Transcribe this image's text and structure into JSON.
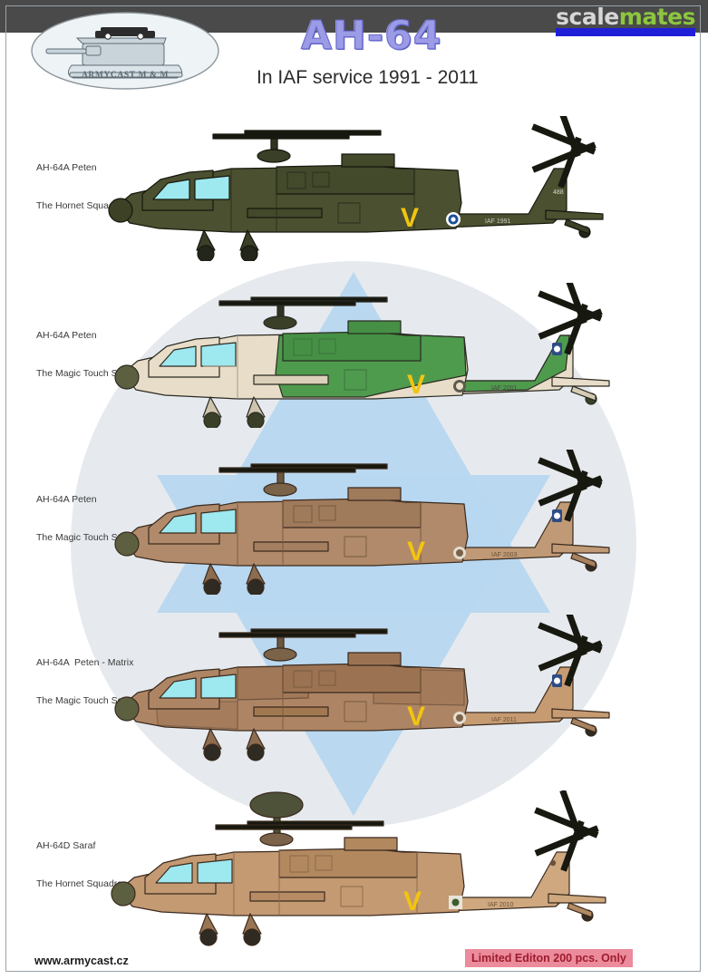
{
  "watermark": {
    "part1": "scale",
    "part2": "mates",
    "bar_color": "#1f1fd8",
    "strip_color": "#4a4a4a"
  },
  "header": {
    "title": "AH-64",
    "subtitle": "In IAF service 1991 - 2011",
    "logo_text": "ARMYCAST M & M",
    "title_color": "#9b9be6"
  },
  "background": {
    "circle_color": "#e6eaee",
    "star_color": "#b7d7ef"
  },
  "aircraft": [
    {
      "line1": "AH-64A Peten",
      "line2": "The Hornet Squadron, 1991",
      "body_color": "#4b5030",
      "body_shade": "#3c4026",
      "canopy_color": "#9ee8f0",
      "marking_v": "V",
      "roundel": "star-of-david"
    },
    {
      "line1": "AH-64A Peten",
      "line2": "The Magic Touch Squadron, 2001",
      "body_color": "#e8ddc8",
      "body_shade": "#4e9b4e",
      "canopy_color": "#9ee8f0",
      "marking_v": "V",
      "roundel": "star-of-david"
    },
    {
      "line1": "AH-64A Peten",
      "line2": "The Magic Touch Squadron, 2003",
      "body_color": "#b08a6a",
      "body_shade": "#96674a",
      "canopy_color": "#9ee8f0",
      "marking_v": "V",
      "roundel": "star-of-david"
    },
    {
      "line1": "AH-64A  Peten - Matrix",
      "line2": "The Magic Touch Squadron, 2011",
      "body_color": "#ae8564",
      "body_shade": "#8d6244",
      "canopy_color": "#9ee8f0",
      "marking_v": "V",
      "roundel": "star-of-david"
    },
    {
      "line1": "AH-64D Saraf",
      "line2": "The Hornet Squadron, 2010",
      "body_color": "#c49a73",
      "body_shade": "#a87d57",
      "canopy_color": "#9ee8f0",
      "marking_v": "V",
      "roundel": "star-of-david"
    }
  ],
  "footer": {
    "website": "www.armycast.cz",
    "limited_edition": "Limited Editon 200 pcs. Only",
    "limited_bg": "#eb8b9c",
    "limited_fg": "#9e1c2e"
  }
}
